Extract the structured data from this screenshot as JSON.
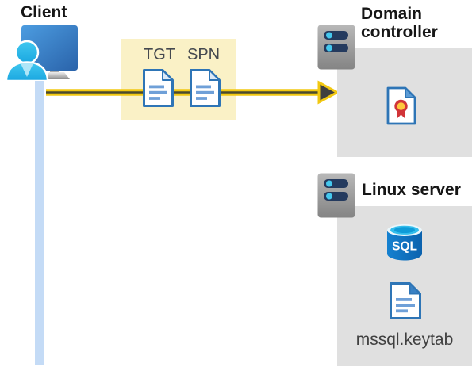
{
  "diagram": {
    "type": "architecture-diagram",
    "client": {
      "label": "Client",
      "icon": "user-at-computer-icon"
    },
    "ticket_box": {
      "tgt_label": "TGT",
      "spn_label": "SPN",
      "background_color": "#FAF1C6",
      "icon": "document-icon"
    },
    "arrow": {
      "direction": "right",
      "line_color": "#F2C811",
      "head_color": "#3F3F3F"
    },
    "connector": {
      "color": "#C4DBF6"
    },
    "domain_controller": {
      "label": "Domain controller",
      "background_color": "#E0E0E0",
      "icons": [
        "server-icon",
        "certificate-icon"
      ]
    },
    "linux_server": {
      "label": "Linux server",
      "sql_label": "SQL",
      "keytab_label": "mssql.keytab",
      "background_color": "#E0E0E0",
      "icons": [
        "server-icon",
        "sql-database-icon",
        "document-icon"
      ]
    },
    "accent_colors": {
      "document_blue": "#2E75B6",
      "person_cyan": "#2BB5E8",
      "server_pill_navy": "#243A5E",
      "certificate_red": "#D13438",
      "certificate_gold": "#FFC83D",
      "sql_blue": "#0F70C0"
    }
  }
}
